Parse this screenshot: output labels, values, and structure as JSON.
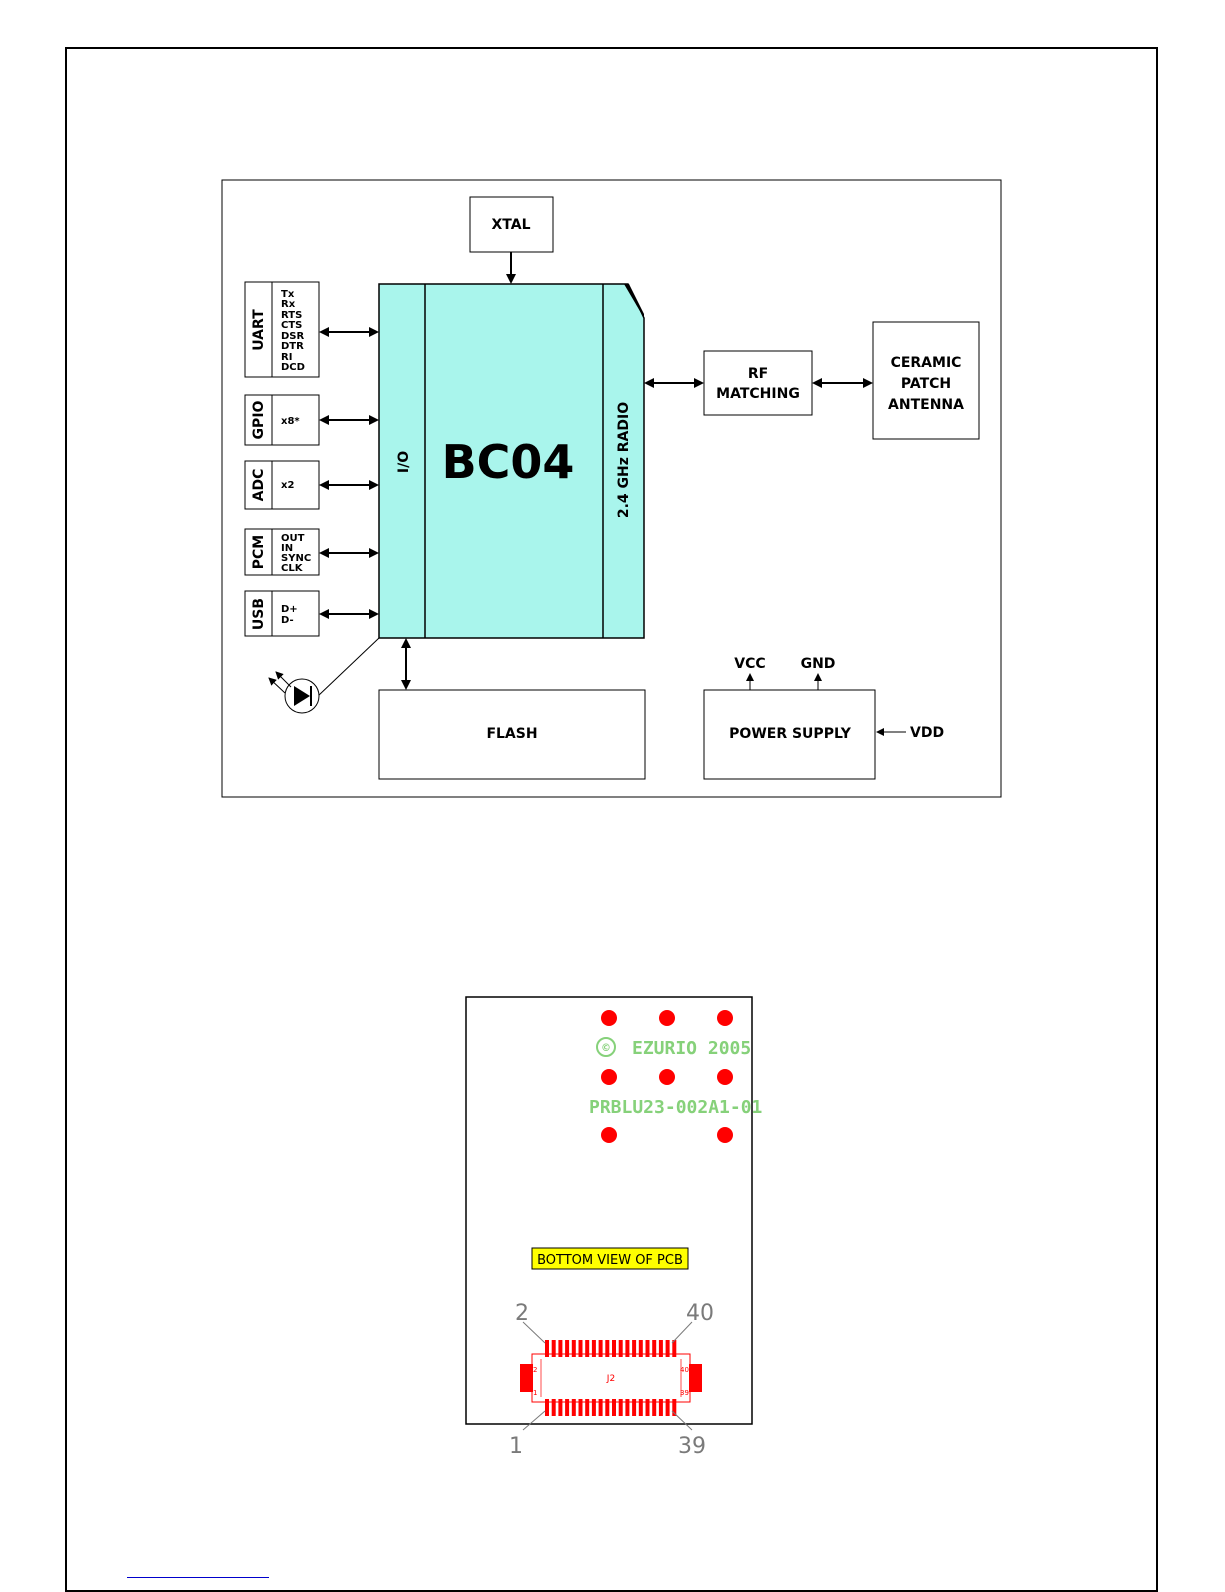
{
  "block_diagram": {
    "xtal": "XTAL",
    "chip": "BC04",
    "io": "I/O",
    "radio": "2.4 GHz RADIO",
    "rf_matching": [
      "RF",
      "MATCHING"
    ],
    "antenna": [
      "CERAMIC",
      "PATCH",
      "ANTENNA"
    ],
    "flash": "FLASH",
    "power_supply": "POWER SUPPLY",
    "vcc": "VCC",
    "gnd": "GND",
    "vdd": "VDD",
    "interfaces": [
      {
        "name": "UART",
        "signals": [
          "Tx",
          "Rx",
          "RTS",
          "CTS",
          "DSR",
          "DTR",
          "RI",
          "DCD"
        ]
      },
      {
        "name": "GPIO",
        "signals": [
          "x8*"
        ]
      },
      {
        "name": "ADC",
        "signals": [
          "x2"
        ]
      },
      {
        "name": "PCM",
        "signals": [
          "OUT",
          "IN",
          "SYNC",
          "CLK"
        ]
      },
      {
        "name": "USB",
        "signals": [
          "D+",
          "D-"
        ]
      }
    ]
  },
  "pcb": {
    "copyright_symbol": "©",
    "copyright_text": "EZURIO 2005",
    "part_number": "PRBLU23-002A1-01",
    "view_label": "BOTTOM VIEW OF PCB",
    "connector_ref": "J2",
    "pin_top_left": "2",
    "pin_top_right": "40",
    "pin_bottom_left": "1",
    "pin_bottom_right": "39",
    "inner_top_left": "2",
    "inner_bottom_left": "1",
    "inner_top_right": "40",
    "inner_bottom_right": "39"
  },
  "colors": {
    "chip_fill": "#a9f5ec",
    "pad_red": "#ff0000",
    "silkscreen_green": "#86d17a",
    "label_yellow": "#ffff00"
  }
}
